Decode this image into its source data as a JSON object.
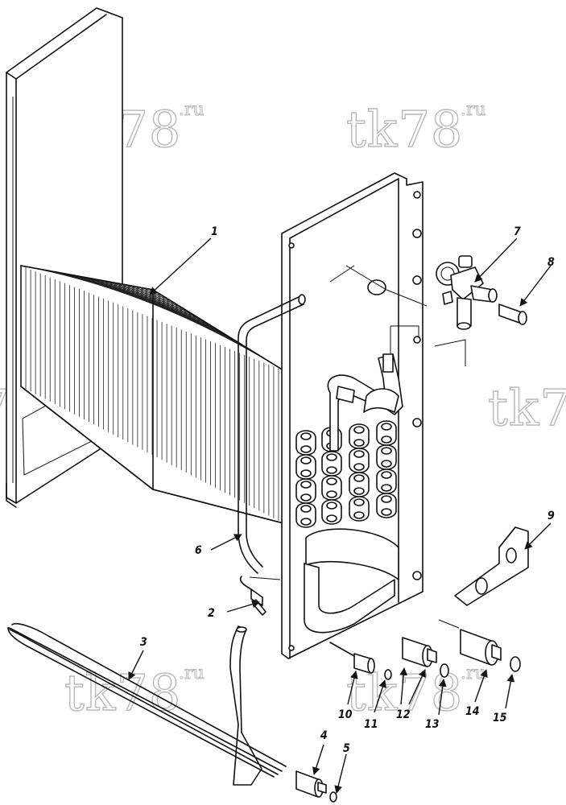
{
  "watermark": {
    "main": "tk78",
    "suffix": ".ru"
  },
  "callouts": [
    "1",
    "2",
    "3",
    "4",
    "5",
    "6",
    "7",
    "8",
    "9",
    "10",
    "11",
    "12",
    "13",
    "14",
    "15"
  ]
}
